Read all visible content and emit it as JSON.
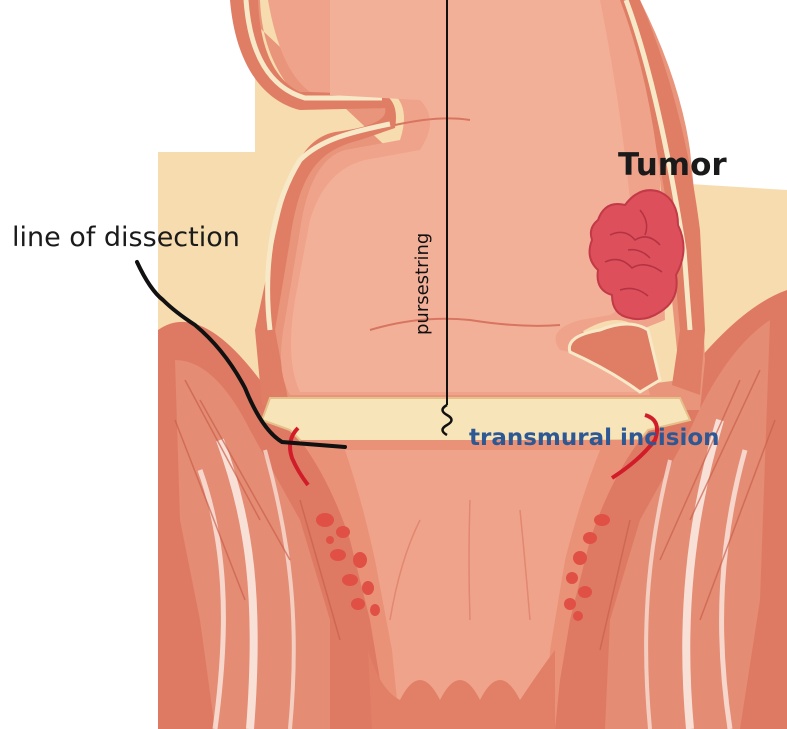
{
  "labels": {
    "tumor": "Tumor",
    "line_of_dissection": "line of dissection",
    "pursestring": "pursestring",
    "transmural_incision": "transmural incision"
  },
  "colors": {
    "background": "#ffffff",
    "fat": "#f7dcb0",
    "rectal_wall": "#e2876d",
    "muscle": "#d86a55",
    "mucosa": "#ee9a80",
    "lumen": "#f0a38b",
    "serosa": "#f7e9c8",
    "tumor": "#dc4f5b",
    "incision": "#d11d2a",
    "suture": "#111111",
    "dissection_line": "#111111",
    "incision_text": "#2e5894",
    "vessels": "#e05045",
    "sphincter_tendon": "#fbe9e2"
  }
}
